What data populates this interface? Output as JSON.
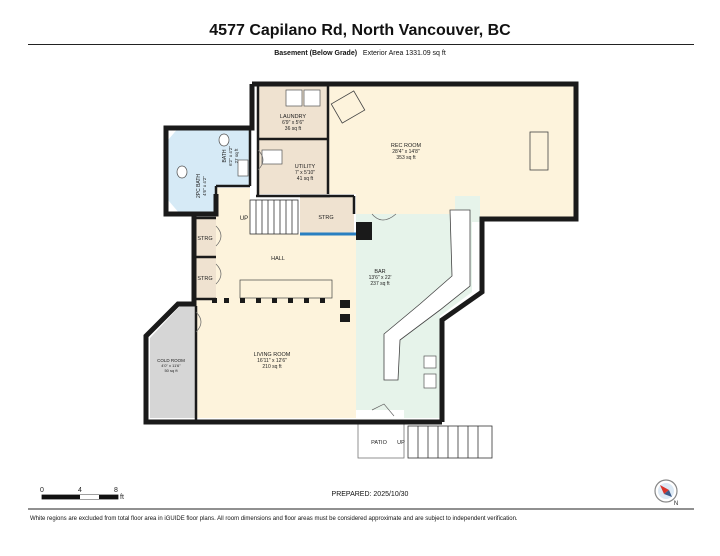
{
  "header": {
    "title": "4577 Capilano Rd, North Vancouver, BC",
    "level_name": "Basement (Below Grade)",
    "exterior_area": "Exterior Area 1331.09 sq ft"
  },
  "rooms": {
    "laundry": {
      "name": "LAUNDRY",
      "dims": "6'9\" x 5'6\"",
      "area": "36 sq ft"
    },
    "utility": {
      "name": "UTILITY",
      "dims": "7' x 5'10\"",
      "area": "41 sq ft"
    },
    "rec_room": {
      "name": "REC ROOM",
      "dims": "28'4\" x 14'8\"",
      "area": "353 sq ft"
    },
    "bath1": {
      "name": "BATH",
      "dims": "6'2\" x 4'2\"",
      "area": "27 sq ft"
    },
    "bath2": {
      "name": "2PC BATH",
      "dims": "4'6\" x 4'2\"",
      "area": ""
    },
    "hall": {
      "name": "HALL"
    },
    "strg_top": {
      "name": "STRG"
    },
    "strg_left1": {
      "name": "STRG"
    },
    "strg_left2": {
      "name": "STRG"
    },
    "bar": {
      "name": "BAR",
      "dims": "13'6\" x 22'",
      "area": "237 sq ft"
    },
    "living_room": {
      "name": "LIVING ROOM",
      "dims": "16'11\" x 12'6\"",
      "area": "210 sq ft"
    },
    "cold_room": {
      "name": "COLD ROOM",
      "dims": "4'0\" x 11'6\"",
      "area": "50 sq ft"
    },
    "patio": {
      "name": "PATIO"
    }
  },
  "stairs": {
    "up_label_1": "UP",
    "up_label_2": "UP"
  },
  "scale": {
    "tick_0": "0",
    "tick_4": "4",
    "tick_8": "8",
    "unit": "ft"
  },
  "prepared": "PREPARED: 2025/10/30",
  "footer_note": "White regions are excluded from total floor area in iGUIDE floor plans. All room dimensions and floor areas must be considered approximate and are subject to independent verification.",
  "compass": {
    "north_label": "N"
  },
  "colors": {
    "wall": "#1a1a1a",
    "rec_room": "#fdf3dc",
    "hall": "#fdf3dc",
    "living_room": "#fdf3dc",
    "bar": "#e6f3ea",
    "bath": "#d6eaf6",
    "utility": "#efe2d0",
    "cold_room": "#d6d6d6",
    "patio": "#ffffff"
  }
}
